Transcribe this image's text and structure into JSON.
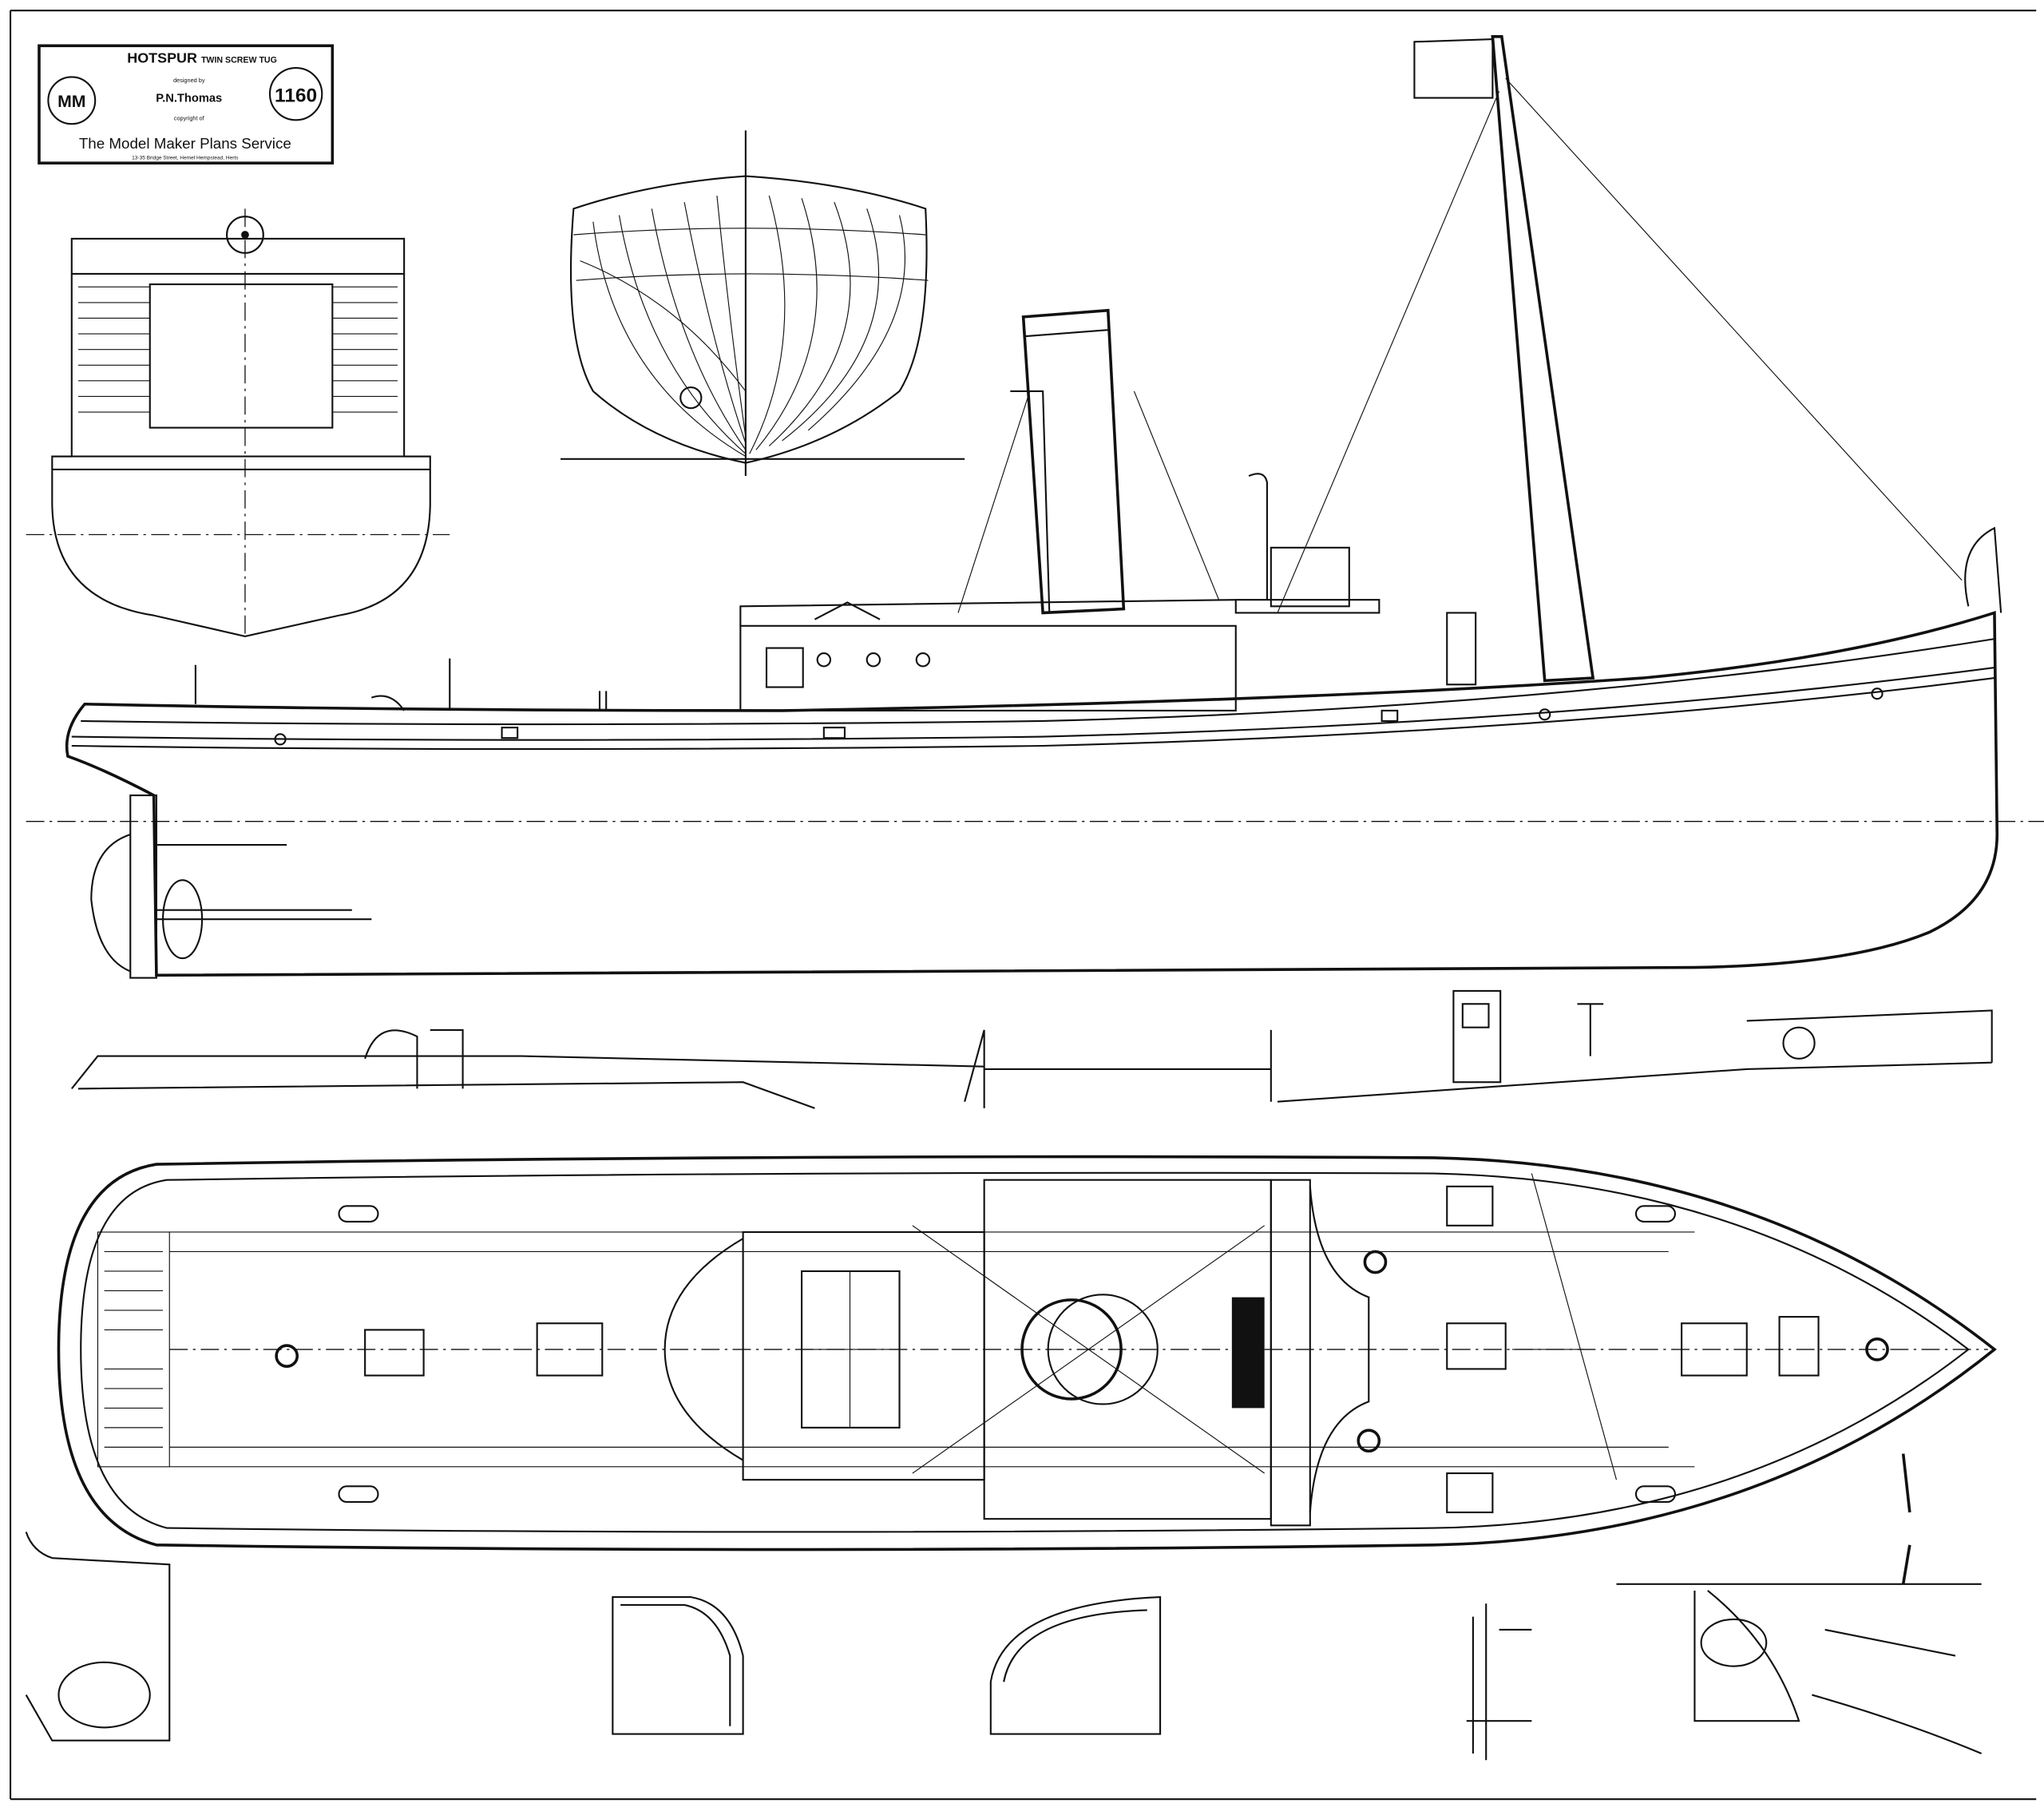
{
  "title_block": {
    "name": "HOTSPUR",
    "type": "TWIN SCREW TUG",
    "designed_by_label": "designed by",
    "designer": "P.N.Thomas",
    "copyright_label": "copyright of",
    "publisher": "The Model Maker Plans Service",
    "address": "13-35 Bridge Street, Hemel Hempstead, Herts",
    "logo": "MM",
    "plan_number": "1160"
  },
  "views": [
    "stern-elevation",
    "body-plan",
    "profile",
    "bulwark-sections",
    "deck-plan",
    "rudder-details"
  ]
}
